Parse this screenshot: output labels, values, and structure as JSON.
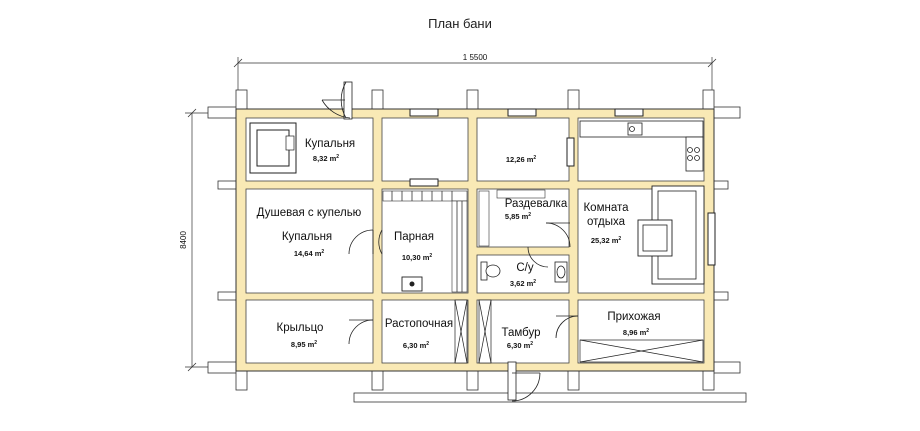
{
  "title": "План бани",
  "dimensions": {
    "width": "1 5500",
    "height": "8400"
  },
  "rooms": {
    "kupalnya_top": {
      "name": "Купальня",
      "area": "8,32 m",
      "sup": "2"
    },
    "top_middle": {
      "area": "12,26 m",
      "sup": "2"
    },
    "dushevaya": {
      "name1": "Душевая с купелью",
      "name2": "Купальня",
      "area": "14,64 m",
      "sup": "2"
    },
    "parnaya": {
      "name": "Парная",
      "area": "10,30 m",
      "sup": "2"
    },
    "razdevalka": {
      "name": "Раздевалка",
      "area": "5,85 m",
      "sup": "2"
    },
    "su": {
      "name": "С/у",
      "area": "3,62 m",
      "sup": "2"
    },
    "komnata": {
      "name1": "Комната",
      "name2": "отдыха",
      "area": "25,32 m",
      "sup": "2"
    },
    "krylco": {
      "name": "Крыльцо",
      "area": "8,95 m",
      "sup": "2"
    },
    "rastopochnaya": {
      "name": "Растопочная",
      "area": "6,30 m",
      "sup": "2"
    },
    "tambur": {
      "name": "Тамбур",
      "area": "6,30 m",
      "sup": "2"
    },
    "prihozhaya": {
      "name": "Прихожая",
      "area": "8,96 m",
      "sup": "2"
    }
  }
}
